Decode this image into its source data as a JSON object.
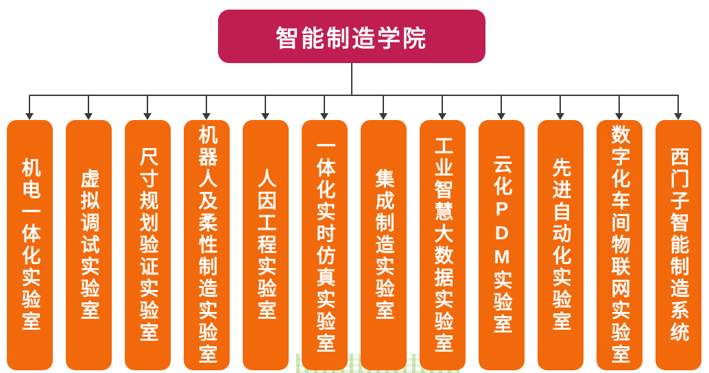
{
  "org": {
    "title": "智能制造学院",
    "nodes": [
      {
        "label": "机电一体化实验室"
      },
      {
        "label": "虚拟调试实验室"
      },
      {
        "label": "尺寸规划验证实验室"
      },
      {
        "label": "机器人及柔性制造实验室"
      },
      {
        "label": "人因工程实验室"
      },
      {
        "label": "一体化实时仿真实验室"
      },
      {
        "label": "集成制造实验室"
      },
      {
        "label": "工业智慧大数据实验室"
      },
      {
        "label": "云化PDM实验室"
      },
      {
        "label": "先进自动化实验室"
      },
      {
        "label": "数字化车间物联网实验室"
      },
      {
        "label": "西门子智能制造系统"
      }
    ],
    "colors": {
      "root": "#c01e50",
      "node": "#f2690c",
      "line": "#3a3a3a"
    }
  }
}
